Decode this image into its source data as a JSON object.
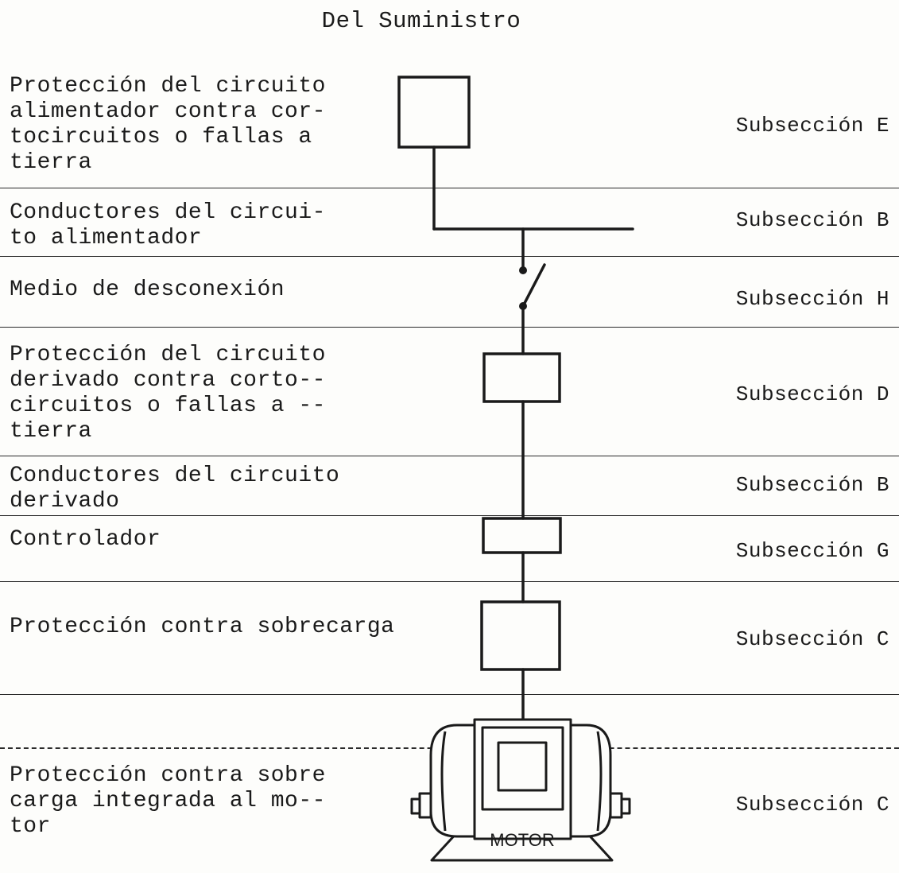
{
  "diagram": {
    "title": "Del Suministro",
    "sections": [
      {
        "label": "Protección del circuito\nalimentador contra cor-\ntocircuitos o fallas a\ntierra",
        "subsection": "Subsección E"
      },
      {
        "label": "Conductores del circui-\nto alimentador",
        "subsection": "Subsección B"
      },
      {
        "label": "Medio de desconexión",
        "subsection": "Subsección H"
      },
      {
        "label": "Protección del circuito\nderivado contra corto--\ncircuitos o fallas a --\ntierra",
        "subsection": "Subsección D"
      },
      {
        "label": "Conductores del circuito\nderivado",
        "subsection": "Subsección B"
      },
      {
        "label": "Controlador",
        "subsection": "Subsección G"
      },
      {
        "label": "Protección contra sobrecarga",
        "subsection": "Subsección C"
      },
      {
        "label": "Protección contra sobre\ncarga integrada al mo--\ntor",
        "subsection": "Subsección C"
      }
    ],
    "motor_label": "MOTOR"
  }
}
